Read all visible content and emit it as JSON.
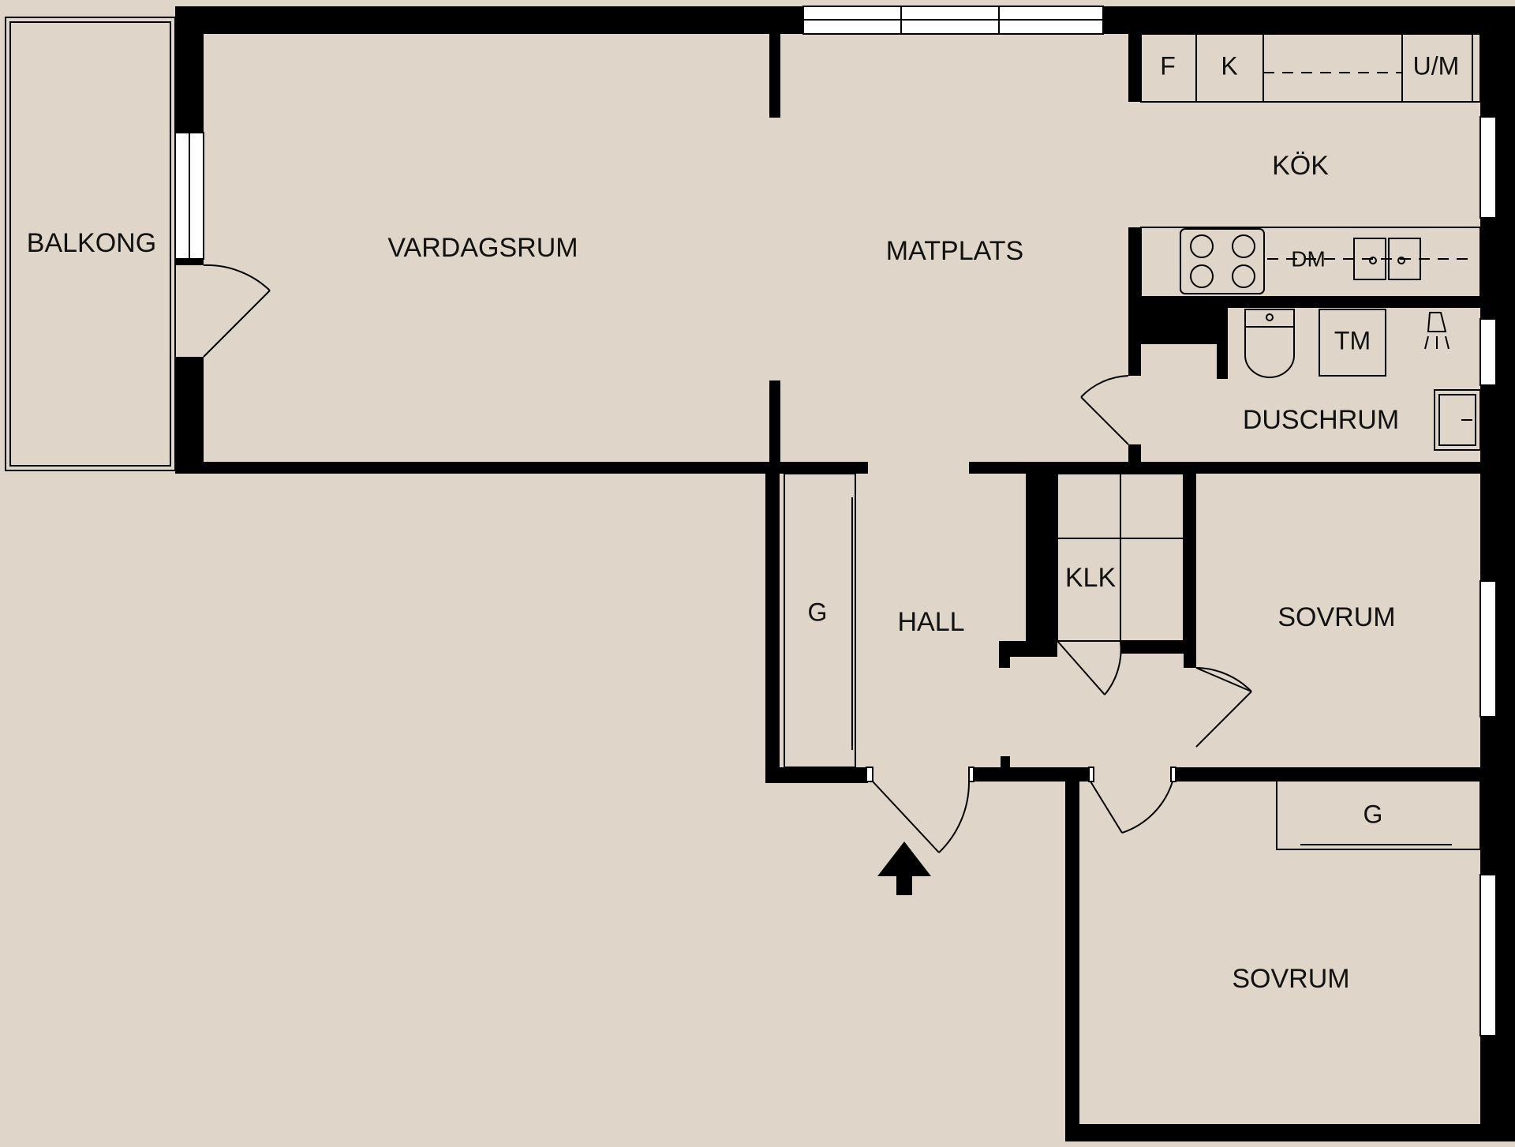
{
  "plan": {
    "background_color": "#dfd5c9",
    "wall_color": "#000000",
    "rooms": {
      "balkong": "BALKONG",
      "vardagsrum": "VARDAGSRUM",
      "matplats": "MATPLATS",
      "kok": "KÖK",
      "duschrum": "DUSCHRUM",
      "hall": "HALL",
      "klk": "KLK",
      "sovrum_1": "SOVRUM",
      "sovrum_2": "SOVRUM"
    },
    "fixtures": {
      "kitchen_f": "F",
      "kitchen_k": "K",
      "kitchen_um": "U/M",
      "kitchen_dm": "DM",
      "bath_tm": "TM",
      "hall_wardrobe": "G",
      "bedroom_wardrobe": "G"
    },
    "icons": [
      "entrance-arrow-icon",
      "stove-icon",
      "sink-icon",
      "toilet-icon",
      "shower-icon",
      "washbasin-icon"
    ]
  }
}
